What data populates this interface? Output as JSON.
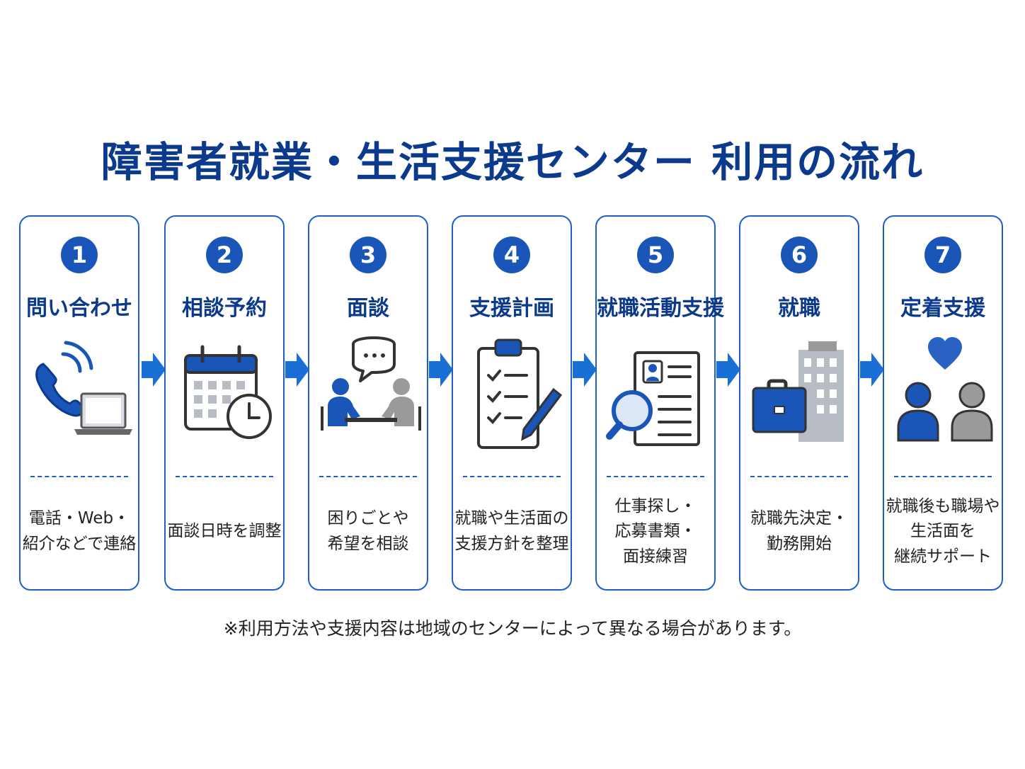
{
  "title": "障害者就業・生活支援センター 利用の流れ",
  "colors": {
    "primary": "#1a56b8",
    "dark_navy": "#0b3a8c",
    "gray": "#9a9a9a",
    "border": "#1c5fc8"
  },
  "steps": [
    {
      "number": "1",
      "title": "問い合わせ",
      "icon": "phone-laptop-icon",
      "desc": [
        "電話・Web・",
        "紹介などで連絡"
      ]
    },
    {
      "number": "2",
      "title": "相談予約",
      "icon": "calendar-clock-icon",
      "desc": [
        "面談日時を調整"
      ]
    },
    {
      "number": "3",
      "title": "面談",
      "icon": "meeting-icon",
      "desc": [
        "困りごとや",
        "希望を相談"
      ]
    },
    {
      "number": "4",
      "title": "支援計画",
      "icon": "clipboard-checklist-icon",
      "desc": [
        "就職や生活面の",
        "支援方針を整理"
      ]
    },
    {
      "number": "5",
      "title": "就職活動支援",
      "icon": "resume-magnifier-icon",
      "desc": [
        "仕事探し・",
        "応募書類・",
        "面接練習"
      ]
    },
    {
      "number": "6",
      "title": "就職",
      "icon": "briefcase-building-icon",
      "desc": [
        "就職先決定・",
        "勤務開始"
      ]
    },
    {
      "number": "7",
      "title": "定着支援",
      "icon": "people-heart-icon",
      "desc": [
        "就職後も職場や",
        "生活面を",
        "継続サポート"
      ]
    }
  ],
  "note": "※利用方法や支援内容は地域のセンターによって異なる場合があります。"
}
